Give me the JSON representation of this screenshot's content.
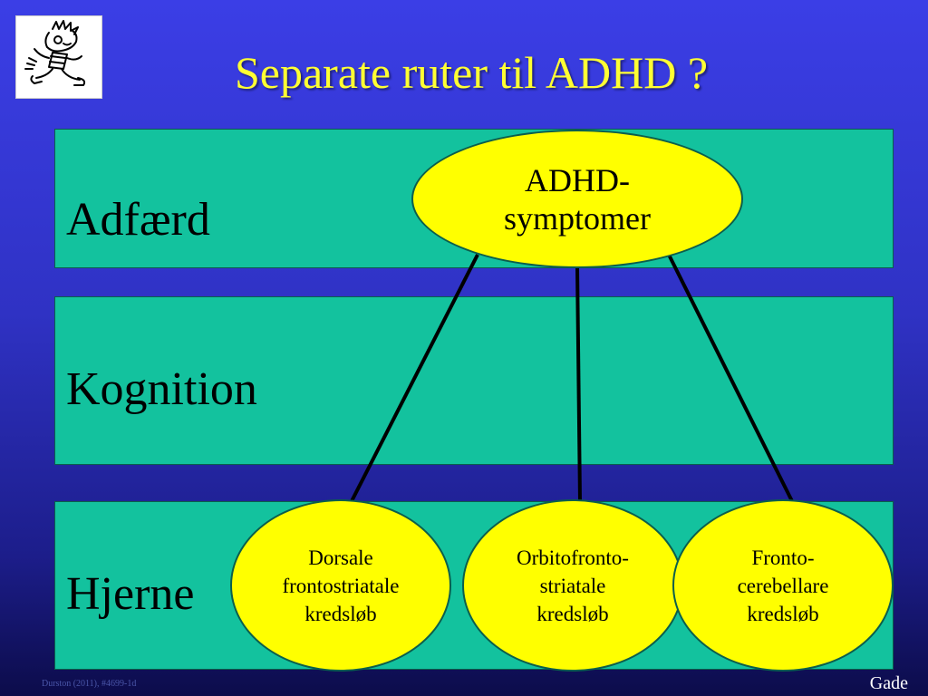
{
  "slide": {
    "title": "Separate ruter til ADHD ?",
    "citation": "Durston (2011), #4699-1d",
    "author": "Gade"
  },
  "logo": {
    "icon": "cartoon-character-icon"
  },
  "bands": [
    {
      "label": "Adfærd"
    },
    {
      "label": "Kognition"
    },
    {
      "label": "Hjerne"
    }
  ],
  "nodes": {
    "top": {
      "label": "ADHD-\nsymptomer"
    },
    "circuits": [
      {
        "label": "Dorsale\nfrontostriatale\nkredsløb"
      },
      {
        "label": "Orbitofronto-\nstriatale\nkredsløb"
      },
      {
        "label": "Fronto-\ncerebellare\nkredsløb"
      }
    ]
  },
  "colors": {
    "background": "#2f32c4",
    "band": "#13c29e",
    "ellipse": "#ffff00",
    "title": "#ffff33"
  }
}
